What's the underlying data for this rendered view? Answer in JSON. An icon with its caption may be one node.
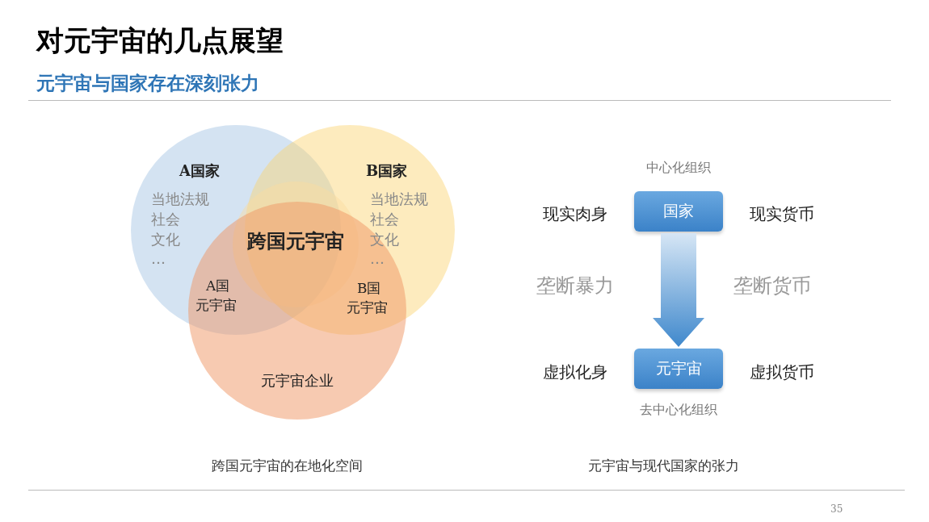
{
  "diagram": {
    "title": "对元宇宙的几点展望",
    "nodes": [
      {
        "text": [
          "A国家",
          "当地法规",
          "社会",
          "文化",
          "…"
        ]
      },
      {
        "text": [
          "B国家",
          "当地法规",
          "社会",
          "文化",
          "…"
        ]
      },
      {
        "text": [
          "跨国元宇宙"
        ]
      },
      {
        "text": [
          "元宇宙企业"
        ]
      },
      {
        "text": [
          "国家"
        ],
        "beside": [
          "中心化组织"
        ]
      },
      {
        "text": [
          "元宇宙"
        ],
        "beside": [
          "去中心化组织"
        ]
      }
    ],
    "edges": [
      {
        "from": 4,
        "to": 5,
        "arrow": "to",
        "style": "thick"
      }
    ],
    "labels": [
      "元宇宙与国家存在深刻张力",
      "A国",
      "元宇宙",
      "B国",
      "元宇宙",
      "现实肉身",
      "现实货币",
      "垄断暴力",
      "垄断货币",
      "虚拟化身",
      "虚拟货币",
      "跨国元宇宙的在地化空间",
      "元宇宙与现代国家的张力",
      "35"
    ]
  }
}
